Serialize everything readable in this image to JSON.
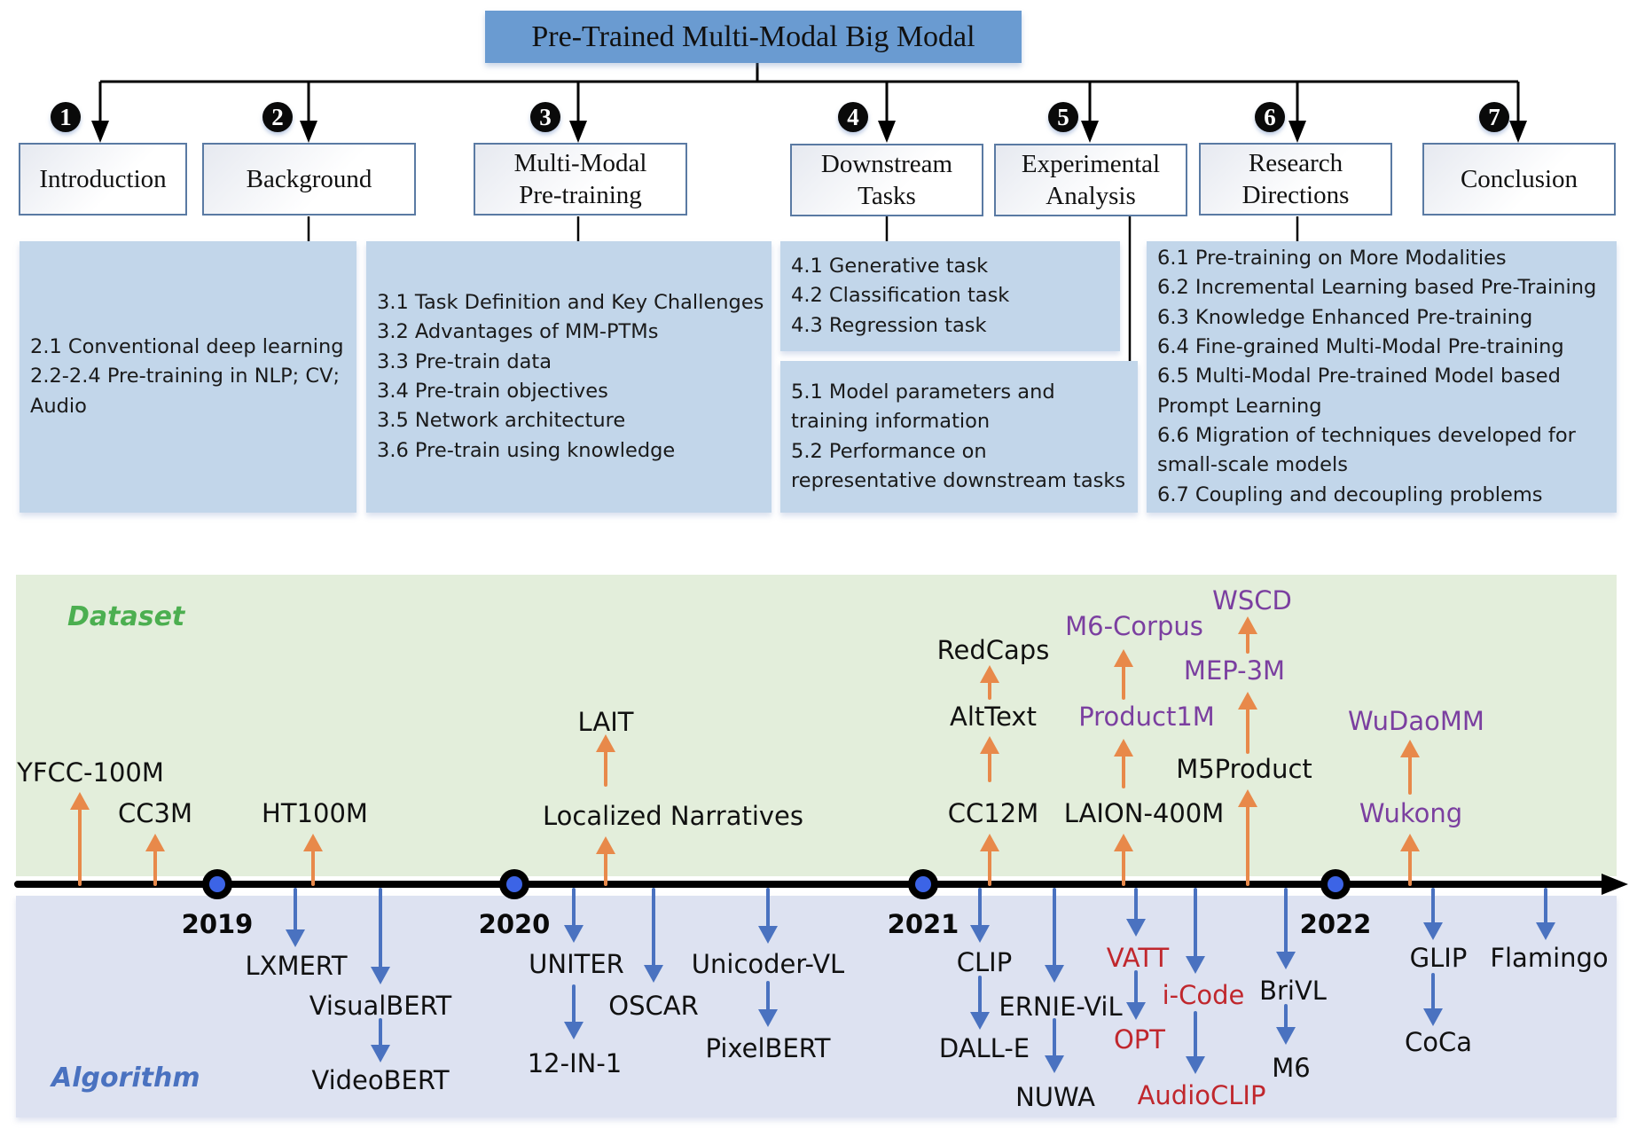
{
  "title": "Pre-Trained Multi-Modal Big Modal",
  "sections": [
    {
      "number": "1",
      "label_lines": [
        "Introduction"
      ]
    },
    {
      "number": "2",
      "label_lines": [
        "Background"
      ]
    },
    {
      "number": "3",
      "label_lines": [
        "Multi-Modal",
        "Pre-training"
      ]
    },
    {
      "number": "4",
      "label_lines": [
        "Downstream",
        "Tasks"
      ]
    },
    {
      "number": "5",
      "label_lines": [
        "Experimental",
        "Analysis"
      ]
    },
    {
      "number": "6",
      "label_lines": [
        "Research",
        "Directions"
      ]
    },
    {
      "number": "7",
      "label_lines": [
        "Conclusion"
      ]
    }
  ],
  "panels": {
    "background": [
      "2.1 Conventional deep learning",
      "2.2-2.4 Pre-training in NLP; CV;",
      "Audio"
    ],
    "multimodal": [
      "3.1 Task Definition and Key Challenges",
      "3.2 Advantages of MM-PTMs",
      "3.3 Pre-train data",
      "3.4 Pre-train objectives",
      "3.5 Network architecture",
      "3.6 Pre-train using knowledge"
    ],
    "downstream": [
      "4.1 Generative task",
      "4.2 Classification task",
      "4.3 Regression task"
    ],
    "experimental": [
      "5.1 Model parameters and",
      "training information",
      "5.2 Performance on",
      "representative downstream tasks"
    ],
    "research": [
      "6.1 Pre-training on More Modalities",
      "6.2 Incremental Learning based Pre-Training",
      "6.3 Knowledge Enhanced Pre-training",
      "6.4 Fine-grained Multi-Modal Pre-training",
      "6.5 Multi-Modal Pre-trained Model based",
      "Prompt Learning",
      "6.6 Migration of techniques developed for",
      "small-scale models",
      "6.7 Coupling and decoupling problems"
    ]
  },
  "timeline": {
    "dataset_label": "Dataset",
    "algorithm_label": "Algorithm",
    "years": [
      "2019",
      "2020",
      "2021",
      "2022"
    ],
    "colors": {
      "dataset_label": "#4caf50",
      "algorithm_label": "#4a72c0",
      "dataset_arrow": "#e8894a",
      "algorithm_arrow": "#4a72c0",
      "black_text": "#111111",
      "purple_text": "#7b3fa0",
      "red_text": "#c0272d",
      "year_dot": "#3c64e6"
    },
    "datasets": [
      {
        "name": "YFCC-100M",
        "color": "black"
      },
      {
        "name": "CC3M",
        "color": "black"
      },
      {
        "name": "HT100M",
        "color": "black"
      },
      {
        "name": "Localized Narratives",
        "color": "black"
      },
      {
        "name": "LAIT",
        "color": "black"
      },
      {
        "name": "CC12M",
        "color": "black"
      },
      {
        "name": "AltText",
        "color": "black"
      },
      {
        "name": "RedCaps",
        "color": "black"
      },
      {
        "name": "LAION-400M",
        "color": "black"
      },
      {
        "name": "Product1M",
        "color": "purple"
      },
      {
        "name": "M6-Corpus",
        "color": "purple"
      },
      {
        "name": "M5Product",
        "color": "black"
      },
      {
        "name": "MEP-3M",
        "color": "purple"
      },
      {
        "name": "WSCD",
        "color": "purple"
      },
      {
        "name": "Wukong",
        "color": "purple"
      },
      {
        "name": "WuDaoMM",
        "color": "purple"
      }
    ],
    "algorithms": [
      {
        "name": "LXMERT",
        "color": "black"
      },
      {
        "name": "VisualBERT",
        "color": "black"
      },
      {
        "name": "VideoBERT",
        "color": "black"
      },
      {
        "name": "UNITER",
        "color": "black"
      },
      {
        "name": "12-IN-1",
        "color": "black"
      },
      {
        "name": "OSCAR",
        "color": "black"
      },
      {
        "name": "Unicoder-VL",
        "color": "black"
      },
      {
        "name": "PixelBERT",
        "color": "black"
      },
      {
        "name": "CLIP",
        "color": "black"
      },
      {
        "name": "DALL-E",
        "color": "black"
      },
      {
        "name": "ERNIE-ViL",
        "color": "black"
      },
      {
        "name": "NUWA",
        "color": "black"
      },
      {
        "name": "VATT",
        "color": "red"
      },
      {
        "name": "OPT",
        "color": "red"
      },
      {
        "name": "i-Code",
        "color": "red"
      },
      {
        "name": "AudioCLIP",
        "color": "red"
      },
      {
        "name": "BriVL",
        "color": "black"
      },
      {
        "name": "M6",
        "color": "black"
      },
      {
        "name": "GLIP",
        "color": "black"
      },
      {
        "name": "CoCa",
        "color": "black"
      },
      {
        "name": "Flamingo",
        "color": "black"
      }
    ]
  }
}
